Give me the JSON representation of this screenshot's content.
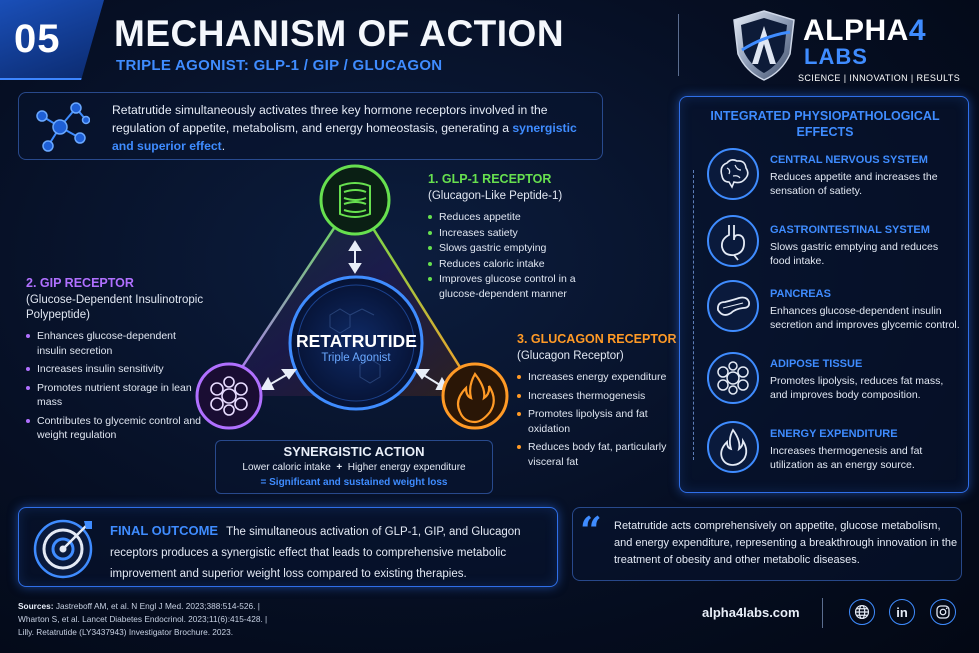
{
  "header": {
    "section_number": "05",
    "title": "MECHANISM OF ACTION",
    "subtitle": "TRIPLE AGONIST: GLP-1 / GIP / GLUCAGON"
  },
  "logo": {
    "name_prefix": "ALPHA",
    "name_number": "4",
    "labs": "LABS",
    "tagline": "SCIENCE  |  INNOVATION  |  RESULTS"
  },
  "intro": {
    "text": "Retatrutide simultaneously activates three key hormone receptors involved in the regulation of appetite, metabolism, and energy homeostasis, generating a ",
    "highlight": "synergistic and superior effect",
    "end": "."
  },
  "center": {
    "title": "RETATRUTIDE",
    "subtitle": "Triple Agonist"
  },
  "receptors": {
    "glp1": {
      "title": "1. GLP-1 RECEPTOR",
      "subtitle": "(Glucagon-Like Peptide-1)",
      "items": [
        "Reduces appetite",
        "Increases satiety",
        "Slows gastric emptying",
        "Reduces caloric intake",
        "Improves glucose control in a glucose-dependent manner"
      ]
    },
    "gip": {
      "title": "2. GIP RECEPTOR",
      "subtitle": "(Glucose-Dependent Insulinotropic Polypeptide)",
      "items": [
        "Enhances glucose-dependent insulin secretion",
        "Increases insulin sensitivity",
        "Promotes nutrient storage in lean mass",
        "Contributes to glycemic control and weight regulation"
      ]
    },
    "glucagon": {
      "title": "3. GLUCAGON RECEPTOR",
      "subtitle": "(Glucagon Receptor)",
      "items": [
        "Increases energy expenditure",
        "Increases thermogenesis",
        "Promotes lipolysis and fat oxidation",
        "Reduces body fat, particularly visceral fat"
      ]
    }
  },
  "synergy": {
    "title": "SYNERGISTIC ACTION",
    "line_a": "Lower caloric intake",
    "plus": "+",
    "line_b": "Higher energy expenditure",
    "result": "= Significant and sustained weight loss"
  },
  "effects": {
    "title": "INTEGRATED PHYSIOPATHOLOGICAL EFFECTS",
    "items": [
      {
        "icon": "brain-icon",
        "title": "CENTRAL NERVOUS SYSTEM",
        "desc": "Reduces appetite and increases the sensation of satiety."
      },
      {
        "icon": "stomach-icon",
        "title": "GASTROINTESTINAL SYSTEM",
        "desc": "Slows gastric emptying and reduces food intake."
      },
      {
        "icon": "pancreas-icon",
        "title": "PANCREAS",
        "desc": "Enhances glucose-dependent insulin secretion and improves glycemic control."
      },
      {
        "icon": "fat-cells-icon",
        "title": "ADIPOSE TISSUE",
        "desc": "Promotes lipolysis, reduces fat mass, and improves body composition."
      },
      {
        "icon": "flame-icon",
        "title": "ENERGY EXPENDITURE",
        "desc": "Increases thermogenesis and fat utilization as an energy source."
      }
    ]
  },
  "final": {
    "label": "FINAL OUTCOME",
    "text": "The simultaneous activation of GLP-1, GIP, and Glucagon receptors produces a synergistic effect that leads to comprehensive metabolic improvement and superior weight loss compared to existing therapies."
  },
  "quote": {
    "mark": "“",
    "text": "Retatrutide acts comprehensively on appetite, glucose metabolism, and energy expenditure, representing a breakthrough innovation in the treatment of obesity and other metabolic diseases."
  },
  "sources": {
    "label": "Sources:",
    "lines": [
      "Jastreboff AM, et al. N Engl J Med. 2023;388:514-526.  |",
      "Wharton S, et al. Lancet Diabetes Endocrinol. 2023;11(6):415-428.  |",
      "Lilly. Retatrutide (LY3437943) Investigator Brochure. 2023."
    ]
  },
  "footer": {
    "url": "alpha4labs.com",
    "social": [
      "globe-icon",
      "linkedin-icon",
      "instagram-icon"
    ],
    "linkedin_text": "in"
  },
  "colors": {
    "accent": "#3f8cff",
    "glp1": "#67e04f",
    "gip": "#b070ff",
    "glucagon": "#ff9a26"
  }
}
